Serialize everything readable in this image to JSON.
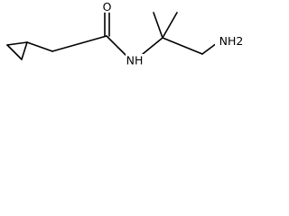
{
  "structure": {
    "atoms": {
      "carbonyl_oxygen": "O",
      "amide_nitrogen_hydrogen": "NH",
      "amine": "NH2"
    }
  },
  "colors": {
    "bond": "#000000",
    "label": "#000000",
    "background": "#ffffff"
  }
}
